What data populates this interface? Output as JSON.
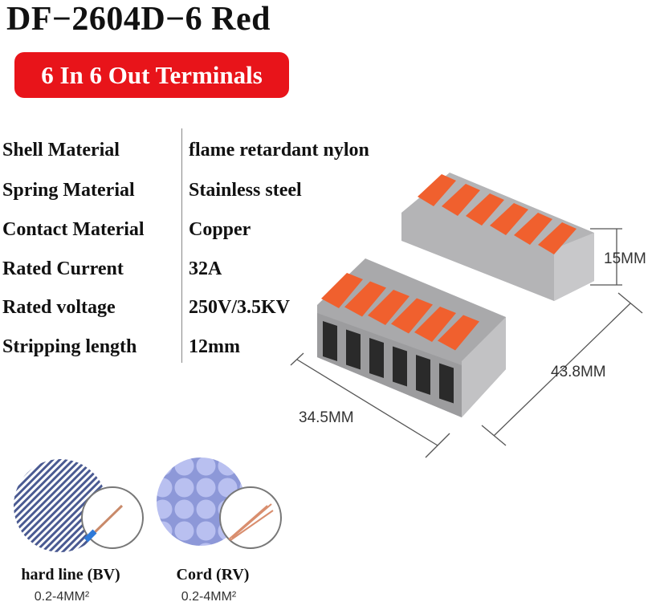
{
  "title": "DF−2604D−6 Red",
  "badge": "6 In 6 Out Terminals",
  "specs": [
    {
      "label": "Shell Material",
      "value": "flame retardant nylon"
    },
    {
      "label": "Spring Material",
      "value": "Stainless steel"
    },
    {
      "label": "Contact Material",
      "value": "Copper"
    },
    {
      "label": "Rated Current",
      "value": "32A"
    },
    {
      "label": "Rated voltage",
      "value": "250V/3.5KV"
    },
    {
      "label": "Stripping length",
      "value": "12mm"
    }
  ],
  "dimensions": {
    "height": "15MM",
    "length": "43.8MM",
    "width": "34.5MM"
  },
  "wires": [
    {
      "name": "hard line (BV)",
      "size": "0.2-4MM²"
    },
    {
      "name": "Cord (RV)",
      "size": "0.2-4MM²"
    }
  ],
  "colors": {
    "accent": "#e8141a",
    "lever": "#f0602e",
    "body": "#a9a9ab"
  }
}
